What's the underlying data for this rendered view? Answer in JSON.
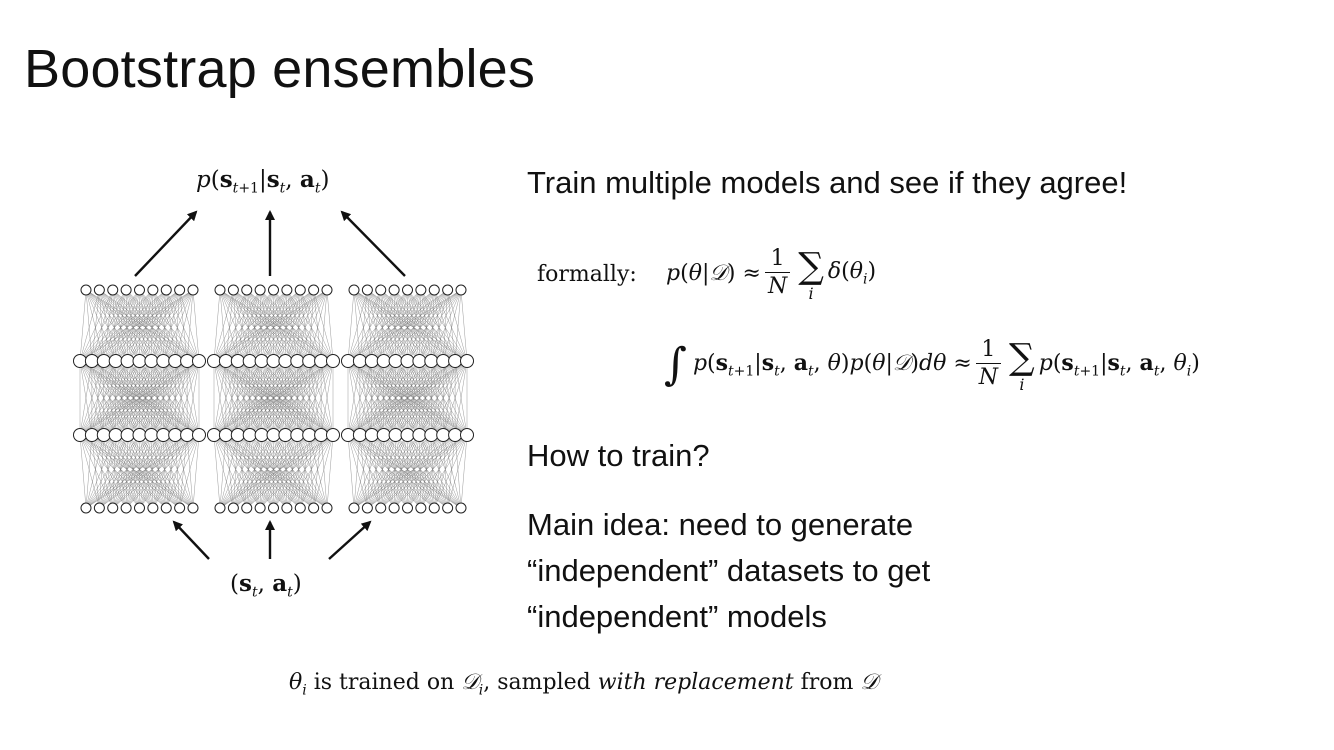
{
  "slide": {
    "title": "Bootstrap ensembles",
    "bullets": {
      "train_multiple": "Train multiple models and see if they agree!",
      "how_to_train": "How to train?",
      "main_idea": "Main idea: need to generate “independent” datasets to get “independent” models"
    }
  },
  "diagram": {
    "network_count": 3,
    "layers_per_network": 4,
    "nodes_per_layer": [
      9,
      11,
      11,
      9
    ],
    "output_label": "p(s_{t+1} | s_t, a_t)",
    "input_label": "(s_t, a_t)"
  },
  "math": {
    "formally_label": "formally:",
    "eq1": "p(θ|𝒟) ≈ (1/N) Σ_i δ(θ_i)",
    "eq2": "∫ p(s_{t+1}|s_t,a_t,θ) p(θ|𝒟) dθ ≈ (1/N) Σ_i p(s_{t+1}|s_t,a_t,θ_i)",
    "footnote": "θ_i is trained on 𝒟_i, sampled with replacement from 𝒟"
  }
}
